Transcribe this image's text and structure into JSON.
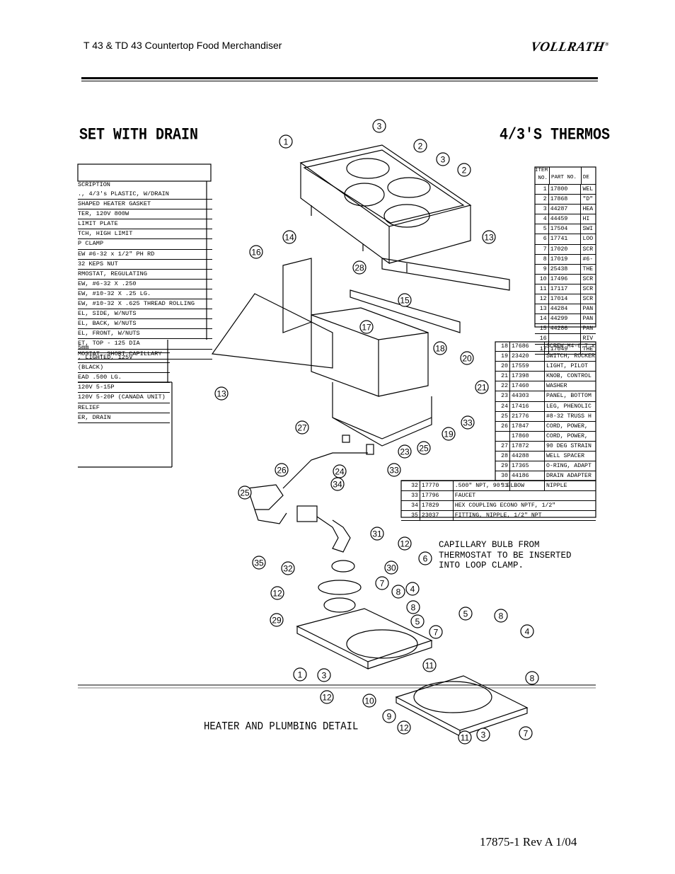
{
  "header": {
    "title": "T 43 & TD 43 Countertop Food Merchandiser",
    "brand": "VOLLRATH",
    "brand_mark": "®"
  },
  "section_titles": {
    "left": "SET WITH DRAIN",
    "right": "4/3'S THERMOS"
  },
  "left_table": {
    "header": "SCRIPTION",
    "rows": [
      "., 4/3's PLASTIC, W/DRAIN",
      " SHAPED HEATER GASKET",
      "TER, 120V 800W",
      "LIMIT PLATE",
      "TCH, HIGH LIMIT",
      "P CLAMP",
      "EW #6-32 x 1/2\" PH RD",
      "32 KEPS NUT",
      "RMOSTAT, REGULATING",
      "EW, #6-32 X .250",
      "EW, #10-32 X .25 LG.",
      "EW, #10-32 X .625 THREAD ROLLING",
      "EL, SIDE, W/NUTS",
      "EL, BACK, W/NUTS",
      "EL, FRONT, W/NUTS",
      "ET, TOP - 125 DIA",
      "MOSTAT, SHORT CAPILLARY"
    ],
    "lower_rows": [
      " 5mm",
      ", LIGHTED, 125V",
      "(BLACK)",
      "EAD .500 LG.",
      "120V 5-15P",
      "120V 5-20P (CANADA UNIT)",
      " RELIEF",
      "ER, DRAIN"
    ]
  },
  "right_table": {
    "col_item": "ITEM NO.",
    "col_part": "PART NO.",
    "col_desc": "DE",
    "rows": [
      {
        "item": "1",
        "part": "17800",
        "desc": "WEL"
      },
      {
        "item": "2",
        "part": "17868",
        "desc": "\"D\""
      },
      {
        "item": "3",
        "part": "44287",
        "desc": "HEA"
      },
      {
        "item": "4",
        "part": "44459",
        "desc": "HI"
      },
      {
        "item": "5",
        "part": "17504",
        "desc": "SWI"
      },
      {
        "item": "6",
        "part": "17741",
        "desc": "LOO"
      },
      {
        "item": "7",
        "part": "17020",
        "desc": "SCR"
      },
      {
        "item": "8",
        "part": "17019",
        "desc": "#6-"
      },
      {
        "item": "9",
        "part": "25438",
        "desc": "THE"
      },
      {
        "item": "10",
        "part": "17496",
        "desc": "SCR"
      },
      {
        "item": "11",
        "part": "17117",
        "desc": "SCR"
      },
      {
        "item": "12",
        "part": "17014",
        "desc": "SCR"
      },
      {
        "item": "13",
        "part": "44284",
        "desc": "PAN"
      },
      {
        "item": "14",
        "part": "44299",
        "desc": "PAN"
      },
      {
        "item": "15",
        "part": "44286",
        "desc": "PAN"
      },
      {
        "item": "16",
        "part": "",
        "desc": "RIV"
      },
      {
        "item": "17",
        "part": "17049",
        "desc": "THE"
      }
    ]
  },
  "bottom_table": {
    "rows": [
      {
        "item": "18",
        "part": "17686",
        "desc": "SCREW M4-0.7 x"
      },
      {
        "item": "19",
        "part": "23420",
        "desc": "SWITCH, ROCKER"
      },
      {
        "item": "20",
        "part": "17559",
        "desc": "LIGHT, PILOT"
      },
      {
        "item": "21",
        "part": "17398",
        "desc": "KNOB, CONTROL"
      },
      {
        "item": "22",
        "part": "17460",
        "desc": "WASHER"
      },
      {
        "item": "23",
        "part": "44303",
        "desc": "PANEL, BOTTOM"
      },
      {
        "item": "24",
        "part": "17416",
        "desc": "LEG, PHENOLIC"
      },
      {
        "item": "25",
        "part": "21776",
        "desc": "#8-32 TRUSS H"
      },
      {
        "item": "26",
        "part": "17847",
        "desc": "CORD, POWER,"
      },
      {
        "item": "",
        "part": "17860",
        "desc": "CORD, POWER,"
      },
      {
        "item": "27",
        "part": "17872",
        "desc": "90 DEG STRAIN"
      },
      {
        "item": "28",
        "part": "44288",
        "desc": "WELL SPACER"
      },
      {
        "item": "29",
        "part": "17365",
        "desc": "O-RING, ADAPT"
      },
      {
        "item": "30",
        "part": "44186",
        "desc": "DRAIN ADAPTER"
      },
      {
        "item": "31",
        "part": "",
        "desc": "NIPPLE"
      }
    ]
  },
  "lower_table": {
    "rows": [
      {
        "item": "32",
        "part": "17770",
        "desc": ".500\" NPT, 90° ELBOW"
      },
      {
        "item": "33",
        "part": "17796",
        "desc": "FAUCET"
      },
      {
        "item": "34",
        "part": "17829",
        "desc": "HEX COUPLING ECONO NPTF, 1/2\""
      },
      {
        "item": "35",
        "part": "23037",
        "desc": "FITTING, NIPPLE, 1/2\" NPT"
      }
    ]
  },
  "note": "CAPILLARY BULB FROM\nTHERMOSTAT TO BE INSERTED\nINTO LOOP CLAMP.",
  "detail_title": "HEATER AND PLUMBING DETAIL",
  "callouts": [
    {
      "n": "1"
    },
    {
      "n": "3"
    },
    {
      "n": "2"
    },
    {
      "n": "3"
    },
    {
      "n": "2"
    },
    {
      "n": "14"
    },
    {
      "n": "16"
    },
    {
      "n": "13"
    },
    {
      "n": "28"
    },
    {
      "n": "15"
    },
    {
      "n": "17"
    },
    {
      "n": "18"
    },
    {
      "n": "20"
    },
    {
      "n": "21"
    },
    {
      "n": "13"
    },
    {
      "n": "33"
    },
    {
      "n": "19"
    },
    {
      "n": "27"
    },
    {
      "n": "25"
    },
    {
      "n": "23"
    },
    {
      "n": "26"
    },
    {
      "n": "24"
    },
    {
      "n": "33"
    },
    {
      "n": "34"
    },
    {
      "n": "25"
    },
    {
      "n": "31"
    },
    {
      "n": "12"
    },
    {
      "n": "6"
    },
    {
      "n": "35"
    },
    {
      "n": "32"
    },
    {
      "n": "30"
    },
    {
      "n": "7"
    },
    {
      "n": "12"
    },
    {
      "n": "8"
    },
    {
      "n": "4"
    },
    {
      "n": "8"
    },
    {
      "n": "29"
    },
    {
      "n": "5"
    },
    {
      "n": "5"
    },
    {
      "n": "8"
    },
    {
      "n": "7"
    },
    {
      "n": "4"
    },
    {
      "n": "11"
    },
    {
      "n": "1"
    },
    {
      "n": "3"
    },
    {
      "n": "8"
    },
    {
      "n": "12"
    },
    {
      "n": "10"
    },
    {
      "n": "9"
    },
    {
      "n": "12"
    },
    {
      "n": "11"
    },
    {
      "n": "3"
    },
    {
      "n": "7"
    }
  ],
  "footer": "17875-1   Rev A 1/04"
}
